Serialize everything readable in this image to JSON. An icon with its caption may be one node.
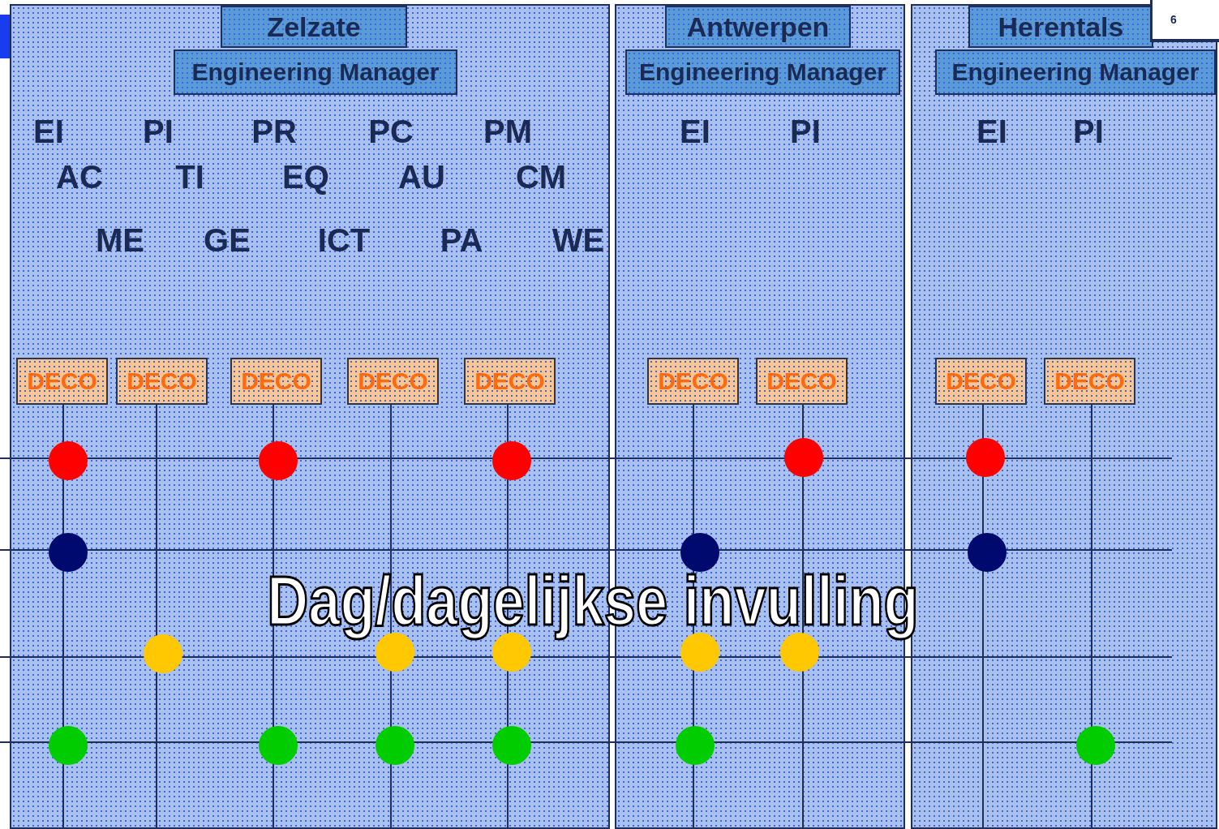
{
  "diagram": {
    "title": "Dag/dagelijkse invulling",
    "nodes": [
      {
        "text": [
          "Zelzate"
        ]
      },
      {
        "text": [
          "Engineering Manager"
        ],
        "in": 0
      },
      {
        "text": [
          "DECO"
        ],
        "in": 0
      },
      {
        "text": [
          "DECO"
        ],
        "in": 0
      },
      {
        "text": [
          "DECO"
        ],
        "in": 0
      },
      {
        "text": [
          "DECO"
        ],
        "in": 0
      },
      {
        "text": [
          "DECO"
        ],
        "in": 0
      },
      {
        "text": [
          "Antwerpen"
        ]
      },
      {
        "text": [
          "Engineering Manager"
        ],
        "in": 7
      },
      {
        "text": [
          "DECO"
        ],
        "in": 7
      },
      {
        "text": [
          "DECO"
        ],
        "in": 7
      },
      {
        "text": [
          "Herentals"
        ]
      },
      {
        "text": [
          "Engineering Manager"
        ],
        "in": 11
      },
      {
        "text": [
          "DECO"
        ],
        "in": 11
      },
      {
        "text": [
          "DECO"
        ],
        "in": 11
      }
    ],
    "edges": [],
    "labels": [
      "6",
      "EI",
      "PI",
      "PR",
      "PC",
      "PM",
      "EI",
      "PI",
      "EI",
      "PI",
      "AC",
      "TI",
      "EQ",
      "AU",
      "CM",
      "ME",
      "GE",
      "ICT",
      "PA",
      "WE"
    ]
  }
}
